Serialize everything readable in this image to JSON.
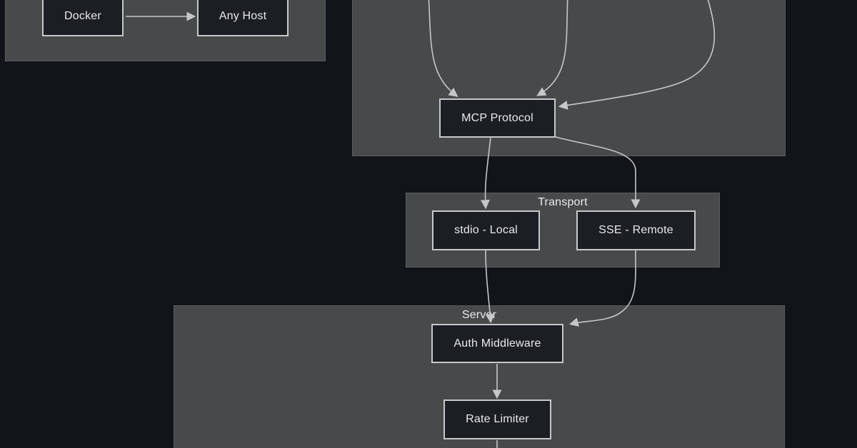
{
  "colors": {
    "background": "#111419",
    "cluster_fill": "#47494b",
    "cluster_border": "#5a5d5f",
    "node_fill": "#1b1e22",
    "node_border": "#c6c8ca",
    "edge": "#c5c7c9",
    "text": "#e9eaec"
  },
  "diagram": {
    "clusters": {
      "transport": {
        "label": "Transport"
      },
      "server": {
        "label": "Server"
      }
    },
    "nodes": {
      "docker": {
        "label": "Docker"
      },
      "any_host": {
        "label": "Any Host"
      },
      "mcp_protocol": {
        "label": "MCP Protocol"
      },
      "stdio_local": {
        "label": "stdio - Local"
      },
      "sse_remote": {
        "label": "SSE - Remote"
      },
      "auth_middleware": {
        "label": "Auth Middleware"
      },
      "rate_limiter": {
        "label": "Rate Limiter"
      }
    },
    "edges": [
      {
        "from": "Docker",
        "to": "Any Host"
      },
      {
        "from": "offscreen-top",
        "to": "MCP Protocol"
      },
      {
        "from": "offscreen-top",
        "to": "MCP Protocol"
      },
      {
        "from": "offscreen-top",
        "to": "MCP Protocol"
      },
      {
        "from": "MCP Protocol",
        "to": "stdio - Local"
      },
      {
        "from": "MCP Protocol",
        "to": "SSE - Remote"
      },
      {
        "from": "stdio - Local",
        "to": "Auth Middleware"
      },
      {
        "from": "SSE - Remote",
        "to": "Auth Middleware"
      },
      {
        "from": "Auth Middleware",
        "to": "Rate Limiter"
      },
      {
        "from": "Rate Limiter",
        "to": "offscreen-bottom"
      }
    ]
  }
}
